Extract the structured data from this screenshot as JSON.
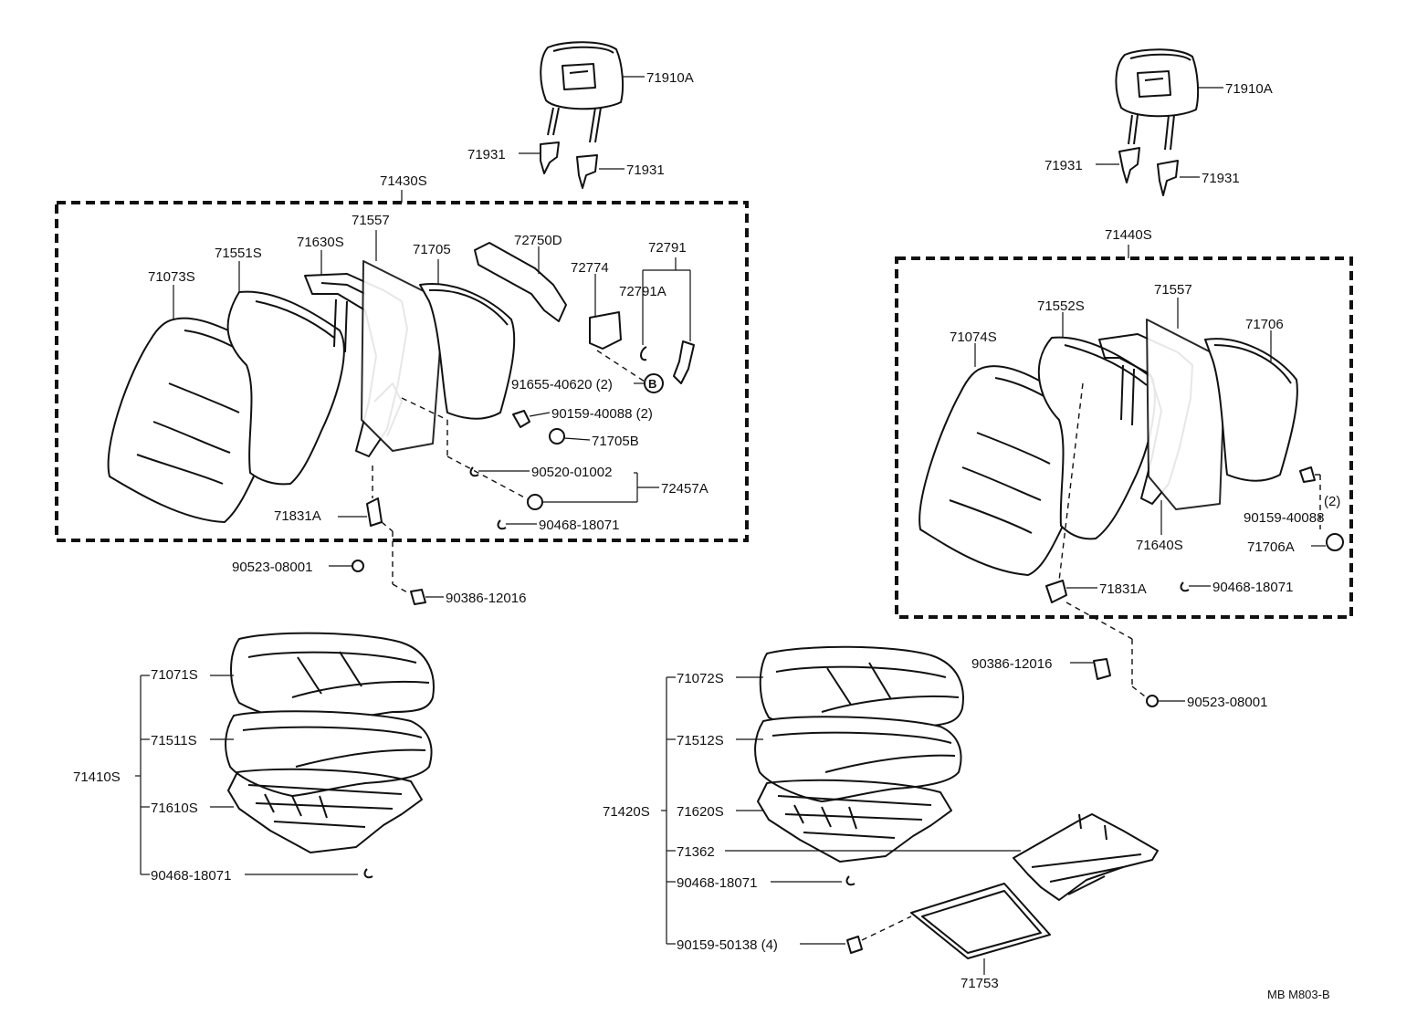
{
  "title": "",
  "footer": {
    "code": "MB M803-B"
  },
  "callouts": {
    "headrest_left": "71910A",
    "headrest_right": "71910A",
    "support_l1": "71931",
    "support_l2": "71931",
    "support_r1": "71931",
    "support_r2": "71931",
    "back_assy_left": "71430S",
    "back_assy_right": "71440S",
    "sl_71557": "71557",
    "sl_71630s": "71630S",
    "sl_71551s": "71551S",
    "sl_71073s": "71073S",
    "sl_71705": "71705",
    "sl_72750d": "72750D",
    "sl_72774": "72774",
    "sl_72791": "72791",
    "sl_72791a": "72791A",
    "sl_91655": "91655-40620 (2)",
    "sl_ref_b": "B",
    "sl_90159": "90159-40088 (2)",
    "sl_71705b": "71705B",
    "sl_90520": "90520-01002",
    "sl_72457a": "72457A",
    "sl_71831a": "71831A",
    "sl_90468": "90468-18071",
    "sl_90523": "90523-08001",
    "sl_90386": "90386-12016",
    "sr_71557": "71557",
    "sr_71552s": "71552S",
    "sr_71706": "71706",
    "sr_71074s": "71074S",
    "sr_90159": "90159-40088",
    "sr_qty2": "(2)",
    "sr_71640s": "71640S",
    "sr_71706a": "71706A",
    "sr_71831a": "71831A",
    "sr_90468": "90468-18071",
    "sr_90386": "90386-12016",
    "sr_90523": "90523-08001",
    "cl_71410s": "71410S",
    "cl_71071s": "71071S",
    "cl_71511s": "71511S",
    "cl_71610s": "71610S",
    "cl_90468": "90468-18071",
    "cr_71420s": "71420S",
    "cr_71072s": "71072S",
    "cr_71512s": "71512S",
    "cr_71620s": "71620S",
    "cr_71362": "71362",
    "cr_90468": "90468-18071",
    "cr_90159": "90159-50138 (4)",
    "cr_71753": "71753"
  }
}
